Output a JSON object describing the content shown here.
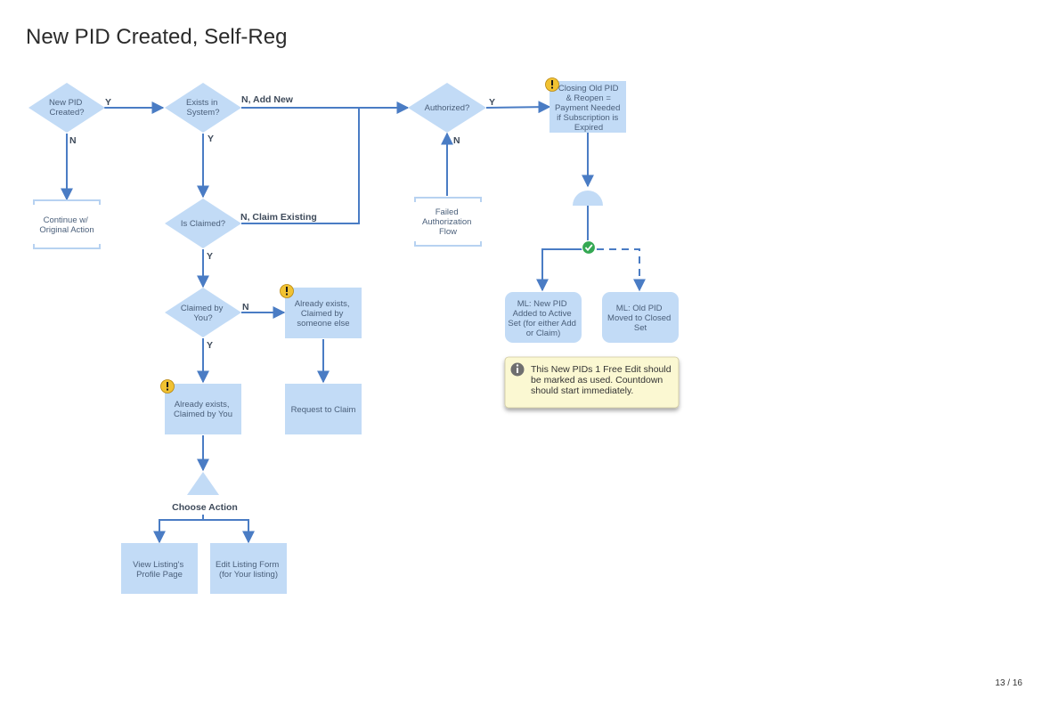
{
  "title": "New PID Created, Self-Reg",
  "page_number": "13 / 16",
  "colors": {
    "node_fill": "#c2dbf6",
    "edge": "#4a7cc4",
    "note_fill": "#fbf8d2",
    "warning": "#f1c232",
    "check": "#34a853"
  },
  "nodes": {
    "new_pid_created": [
      "New PID",
      "Created?"
    ],
    "exists_in_system": [
      "Exists in",
      "System?"
    ],
    "authorized": [
      "Authorized?"
    ],
    "closing_old_pid": [
      "Closing Old PID",
      "& Reopen =",
      "Payment Needed",
      "if Subscription is",
      "Expired"
    ],
    "continue_original": [
      "Continue w/",
      "Original Action"
    ],
    "is_claimed": [
      "Is Claimed?"
    ],
    "failed_authorization": [
      "Failed",
      "Authorization",
      "Flow"
    ],
    "claimed_by_you": [
      "Claimed by",
      "You?"
    ],
    "already_exists_someone_else": [
      "Already exists,",
      "Claimed by",
      "someone else"
    ],
    "ml_new_pid": [
      "ML: New PID",
      "Added to Active",
      "Set (for either Add",
      "or Claim)"
    ],
    "ml_old_pid": [
      "ML: Old PID",
      "Moved to Closed",
      "Set"
    ],
    "already_exists_you": [
      "Already exists,",
      "Claimed by You"
    ],
    "request_to_claim": [
      "Request to Claim"
    ],
    "view_listing": [
      "View Listing's",
      "Profile Page"
    ],
    "edit_listing": [
      "Edit Listing Form",
      "(for Your listing)"
    ]
  },
  "edge_labels": {
    "y1": "Y",
    "n_add_new": "N, Add New",
    "y_auth": "Y",
    "n1": "N",
    "y_exists": "Y",
    "n_auth": "N",
    "n_claim_existing": "N, Claim Existing",
    "y_claimed": "Y",
    "n_claimed_by": "N",
    "y_claimed_by": "Y"
  },
  "choose_action": "Choose Action",
  "note": [
    "This New PIDs 1 Free Edit should",
    "be marked as used. Countdown",
    "should start immediately."
  ]
}
